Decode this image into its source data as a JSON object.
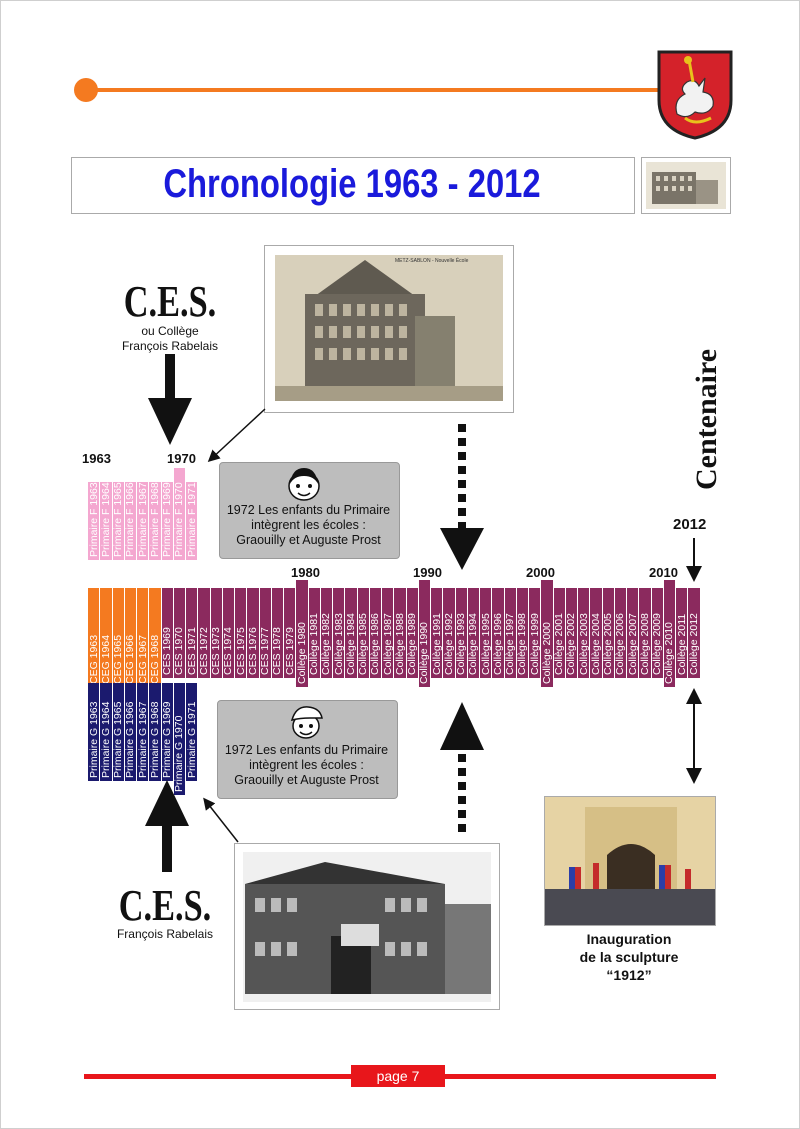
{
  "title": "Chronologie 1963 - 2012",
  "ces_top": {
    "heading": "C.E.S.",
    "line1": "ou Collège",
    "line2": "François Rabelais"
  },
  "ces_bottom": {
    "heading": "C.E.S.",
    "line1": "François Rabelais"
  },
  "centenaire": "Centenaire",
  "year_labels": {
    "y1963": "1963",
    "y1970": "1970",
    "y1980": "1980",
    "y1990": "1990",
    "y2000": "2000",
    "y2010": "2010",
    "y2012": "2012"
  },
  "info_box_top": {
    "line1": "1972 Les enfants du Primaire",
    "line2": "intègrent les écoles :",
    "line3": "Graouilly et Auguste Prost"
  },
  "info_box_bottom": {
    "line1": "1972 Les enfants du Primaire",
    "line2": "intègrent les écoles :",
    "line3": "Graouilly et Auguste Prost"
  },
  "photo_top_caption": "METZ-SABLON - Nouvelle École",
  "inauguration": {
    "line1": "Inauguration",
    "line2": "de la sculpture",
    "line3": "“1912”"
  },
  "page": "page 7",
  "colors": {
    "orange": "#f47a20",
    "plum": "#8b2a5e",
    "pink": "#f4a7d0",
    "navy": "#1b1a6e",
    "title_blue": "#1a1adb",
    "red_line": "#e8161b"
  },
  "primaire_f": [
    "Primaire F 1963",
    "Primaire F 1964",
    "Primaire F 1965",
    "Primaire F 1966",
    "Primaire F 1967",
    "Primaire F 1968",
    "Primaire F 1969",
    "Primaire F 1970",
    "Primaire F 1971"
  ],
  "primaire_g": [
    "Primaire G 1963",
    "Primaire G 1964",
    "Primaire G 1965",
    "Primaire G 1966",
    "Primaire G 1967",
    "Primaire G 1968",
    "Primaire G 1969",
    "Primaire G 1970",
    "Primaire G 1971"
  ],
  "ceg": [
    "CEG 1963",
    "CEG 1964",
    "CEG 1965",
    "CEG 1966",
    "CEG 1967",
    "CEG 1968"
  ],
  "ces": [
    "CES 1969",
    "CES 1970",
    "CES 1971",
    "CES 1972",
    "CES 1973",
    "CES 1974",
    "CES 1975",
    "CES 1976",
    "CES 1977",
    "CES 1978",
    "CES 1979"
  ],
  "college": [
    "Collège 1980",
    "Collège 1981",
    "Collège 1982",
    "Collège 1983",
    "Collège 1984",
    "Collège 1985",
    "Collège 1986",
    "Collège 1987",
    "Collège 1988",
    "Collège 1989",
    "Collège 1990",
    "Collège 1991",
    "Collège 1992",
    "Collège 1993",
    "Collège 1994",
    "Collège 1995",
    "Collège 1996",
    "Collège 1997",
    "Collège 1998",
    "Collège 1999",
    "Collège 2000",
    "Collège 2001",
    "Collège 2002",
    "Collège 2003",
    "Collège 2004",
    "Collège 2005",
    "Collège 2006",
    "Collège 2007",
    "Collège 2008",
    "Collège 2009",
    "Collège 2010",
    "Collège 2011",
    "Collège 2012"
  ]
}
